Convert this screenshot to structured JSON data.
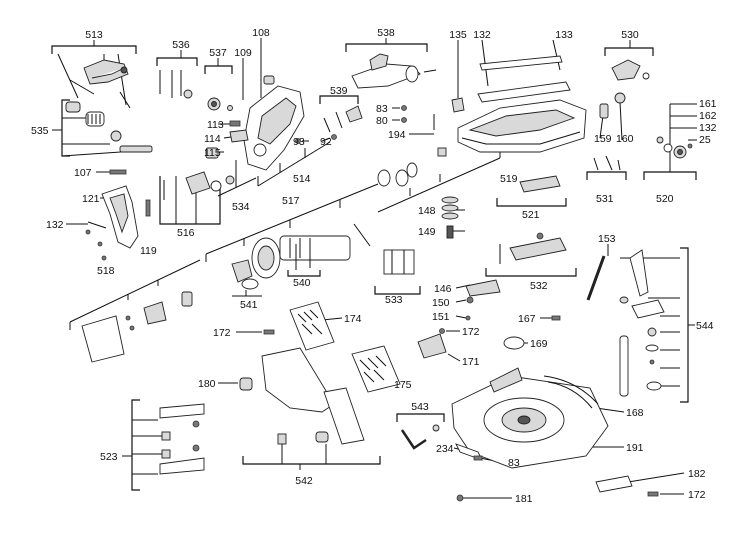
{
  "labels": {
    "p513": "513",
    "p536": "536",
    "p537": "537",
    "p109": "109",
    "p108": "108",
    "p538": "538",
    "p135": "135",
    "p132a": "132",
    "p133": "133",
    "p530": "530",
    "p535": "535",
    "p113": "113",
    "p114": "114",
    "p115": "115",
    "p539": "539",
    "p83a": "83",
    "p80": "80",
    "p93": "93",
    "p92": "92",
    "p194": "194",
    "p161": "161",
    "p162": "162",
    "p132b": "132",
    "p25": "25",
    "p159": "159",
    "p160": "160",
    "p107": "107",
    "p514": "514",
    "p519": "519",
    "p531": "531",
    "p520": "520",
    "p121": "121",
    "p517": "517",
    "p534": "534",
    "p516": "516",
    "p132c": "132",
    "p119": "119",
    "p148": "148",
    "p521": "521",
    "p149": "149",
    "p518": "518",
    "p153": "153",
    "p540": "540",
    "p533": "533",
    "p532": "532",
    "p541": "541",
    "p146": "146",
    "p150": "150",
    "p544": "544",
    "p172a": "172",
    "p174": "174",
    "p151": "151",
    "p172b": "172",
    "p167": "167",
    "p169": "169",
    "p171": "171",
    "p180": "180",
    "p175": "175",
    "p543": "543",
    "p168": "168",
    "p523": "523",
    "p234": "234",
    "p191": "191",
    "p83b": "83",
    "p542": "542",
    "p182": "182",
    "p181": "181",
    "p172c": "172"
  }
}
